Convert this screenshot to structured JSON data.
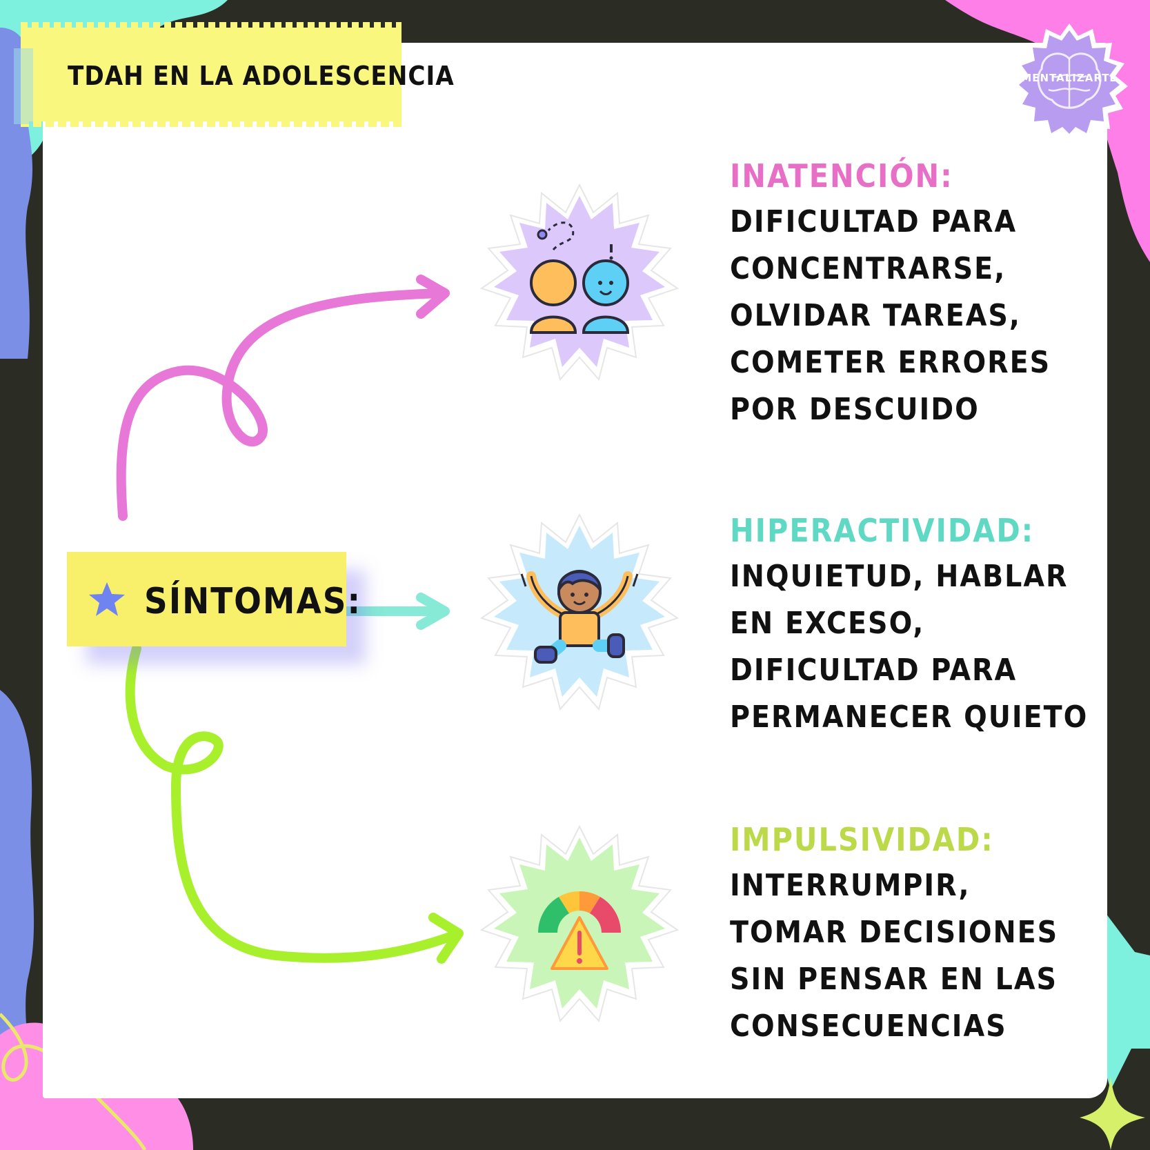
{
  "page": {
    "title": "TDAH EN LA ADOLESCENCIA",
    "logo_text": "MENTALIZARTE",
    "center_label": "SÍNTOMAS:"
  },
  "sections": [
    {
      "heading": "INATENCIÓN:",
      "lines": [
        "DIFICULTAD PARA",
        "CONCENTRARSE,",
        "OLVIDAR TAREAS,",
        "COMETER ERRORES",
        "POR DESCUIDO"
      ],
      "color": "#e86fc6",
      "badge_color": "#dcc8fb",
      "icon": "distracted-people-icon"
    },
    {
      "heading": "HIPERACTIVIDAD:",
      "lines": [
        "INQUIETUD, HABLAR",
        "EN EXCESO,",
        "DIFICULTAD PARA",
        "PERMANECER QUIETO"
      ],
      "color": "#5fd9c3",
      "badge_color": "#c6eafb",
      "icon": "jumping-child-icon"
    },
    {
      "heading": "IMPULSIVIDAD:",
      "lines": [
        "INTERRUMPIR,",
        "TOMAR DECISIONES",
        "SIN PENSAR EN LAS",
        "CONSECUENCIAS"
      ],
      "color": "#bcd94a",
      "badge_color": "#c9f5b8",
      "icon": "warning-gauge-icon"
    }
  ],
  "colors": {
    "background": "#2b2c24",
    "card": "#ffffff",
    "title_tape": "#f9f77e",
    "label_tape": "#f8ef6b",
    "arrow_pink": "#e878d8",
    "arrow_teal": "#86ead6",
    "arrow_green": "#a8ef2c",
    "star": "#6f84f0"
  }
}
